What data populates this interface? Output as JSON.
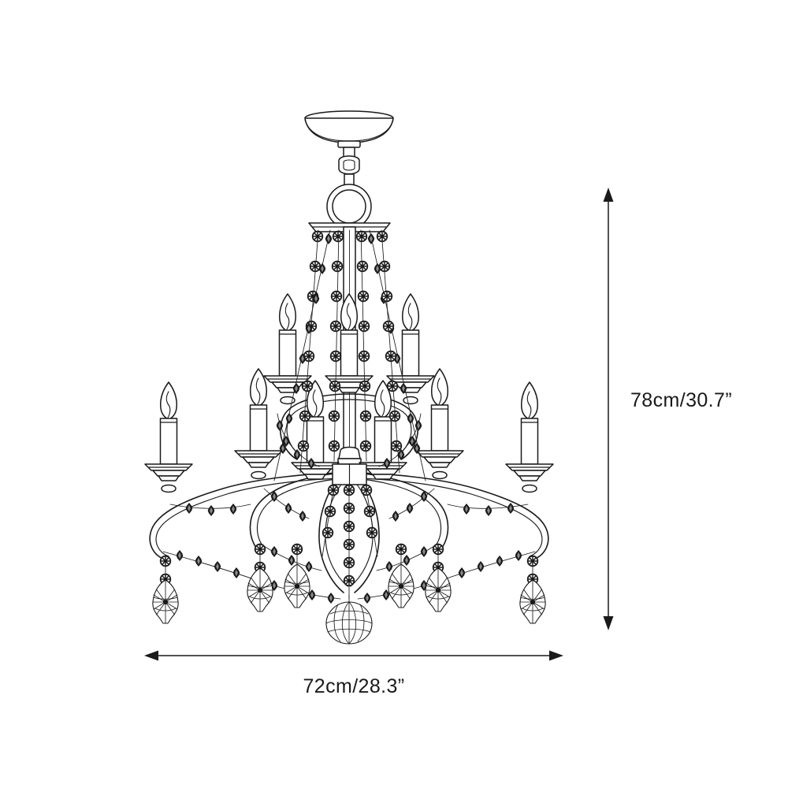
{
  "product": {
    "type": "chandelier-line-drawing",
    "tiers": 2,
    "candle_count": 9,
    "upper_tier_candles": 3,
    "lower_tier_candles": 6
  },
  "dimensions": {
    "height": {
      "label": "78cm/30.7”",
      "cm": 78,
      "inches": 30.7,
      "orientation": "vertical"
    },
    "width": {
      "label": "72cm/28.3”",
      "cm": 72,
      "inches": 28.3,
      "orientation": "horizontal"
    }
  },
  "colors": {
    "background": "#ffffff",
    "line": "#1a1a1a",
    "bead_fill": "#1a1a1a",
    "label_text": "#1a1a1a"
  },
  "parts": [
    {
      "name": "ceiling-canopy"
    },
    {
      "name": "suspension-chain"
    },
    {
      "name": "hanging-ring"
    },
    {
      "name": "center-column"
    },
    {
      "name": "beaded-chain-strands"
    },
    {
      "name": "candle-arm"
    },
    {
      "name": "candle-bobeche"
    },
    {
      "name": "candle-body"
    },
    {
      "name": "candle-flame"
    },
    {
      "name": "beaded-swag"
    },
    {
      "name": "pendeloque-crystal-drop"
    },
    {
      "name": "faceted-ball-finial"
    }
  ]
}
